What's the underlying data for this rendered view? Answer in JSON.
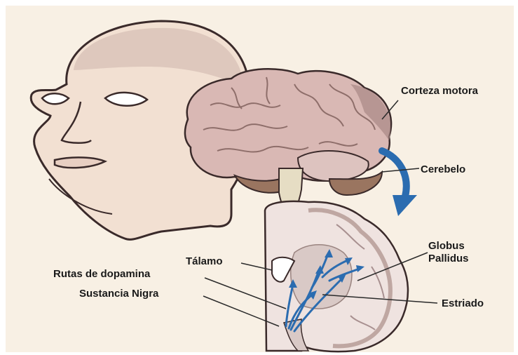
{
  "labels": {
    "corteza_motora": "Corteza motora",
    "cerebelo": "Cerebelo",
    "talamo": "Tálamo",
    "rutas_dopamina": "Rutas de dopamina",
    "sustancia_nigra": "Sustancia Nigra",
    "globus_pallidus": "Globus Pallidus",
    "estriado": "Estriado"
  },
  "colors": {
    "background": "#f8f0e4",
    "head_fill": "#f2e0d2",
    "brain_pink": "#d9b8b4",
    "brain_dark": "#a88884",
    "cerebellum": "#9a7560",
    "arrow_blue": "#2b6cb0",
    "line": "#2a2a2a"
  }
}
